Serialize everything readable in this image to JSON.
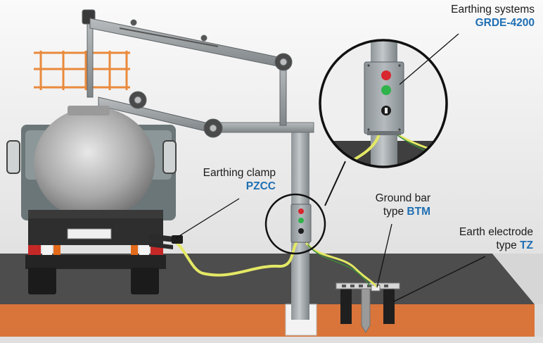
{
  "labels": {
    "earthing_systems": {
      "line1": "Earthing systems",
      "line2": "GRDE-4200"
    },
    "earthing_clamp": {
      "line1": "Earthing clamp",
      "line2": "PZCC"
    },
    "ground_bar": {
      "line1": "Ground bar",
      "line2_prefix": "type ",
      "line2_accent": "BTM"
    },
    "earth_electrode": {
      "line1": "Earth electrode",
      "line2_prefix": "type ",
      "line2_accent": "TZ"
    }
  },
  "colors": {
    "accent": "#1f6fb3",
    "cable_yellow": "#e4e865",
    "lamp_red": "#d8272e",
    "lamp_green": "#2fb34a",
    "ground_orange": "#d9753a",
    "asphalt": "#4a4a4a"
  },
  "icons": [
    "earthing-control-box-icon",
    "red-lamp-icon",
    "green-lamp-icon",
    "key-switch-icon"
  ]
}
